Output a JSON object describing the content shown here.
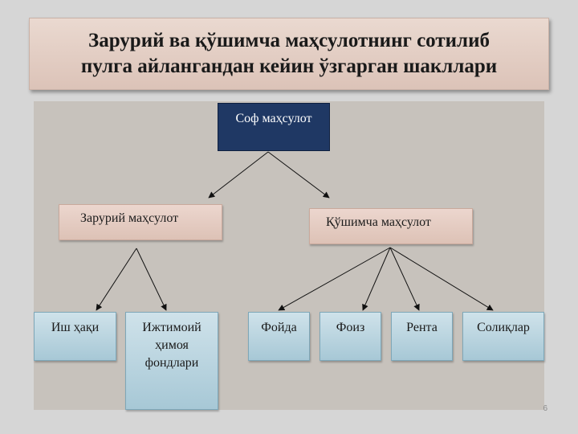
{
  "slide": {
    "title": "Зарурий ва қўшимча маҳсулотнинг сотилиб\nпулга айлангандан кейин ўзгарган шакллари",
    "page_number": "6"
  },
  "diagram": {
    "root": {
      "label": "Соф маҳсулот"
    },
    "level2": [
      {
        "label": "Зарурий маҳсулот"
      },
      {
        "label": "Қўшимча маҳсулот"
      }
    ],
    "level3": [
      {
        "label": "Иш ҳақи"
      },
      {
        "label": "Ижтимоий\nҳимоя\nфондлари"
      },
      {
        "label": "Фойда"
      },
      {
        "label": "Фоиз"
      },
      {
        "label": "Рента"
      },
      {
        "label": "Солиқлар"
      }
    ]
  },
  "colors": {
    "root_fill": "#1f3864",
    "level2_fill": "#e3cbc1",
    "level3_fill": "#b9d4e0",
    "panel_bg": "#c7c2bc",
    "page_bg": "#d6d6d6"
  }
}
